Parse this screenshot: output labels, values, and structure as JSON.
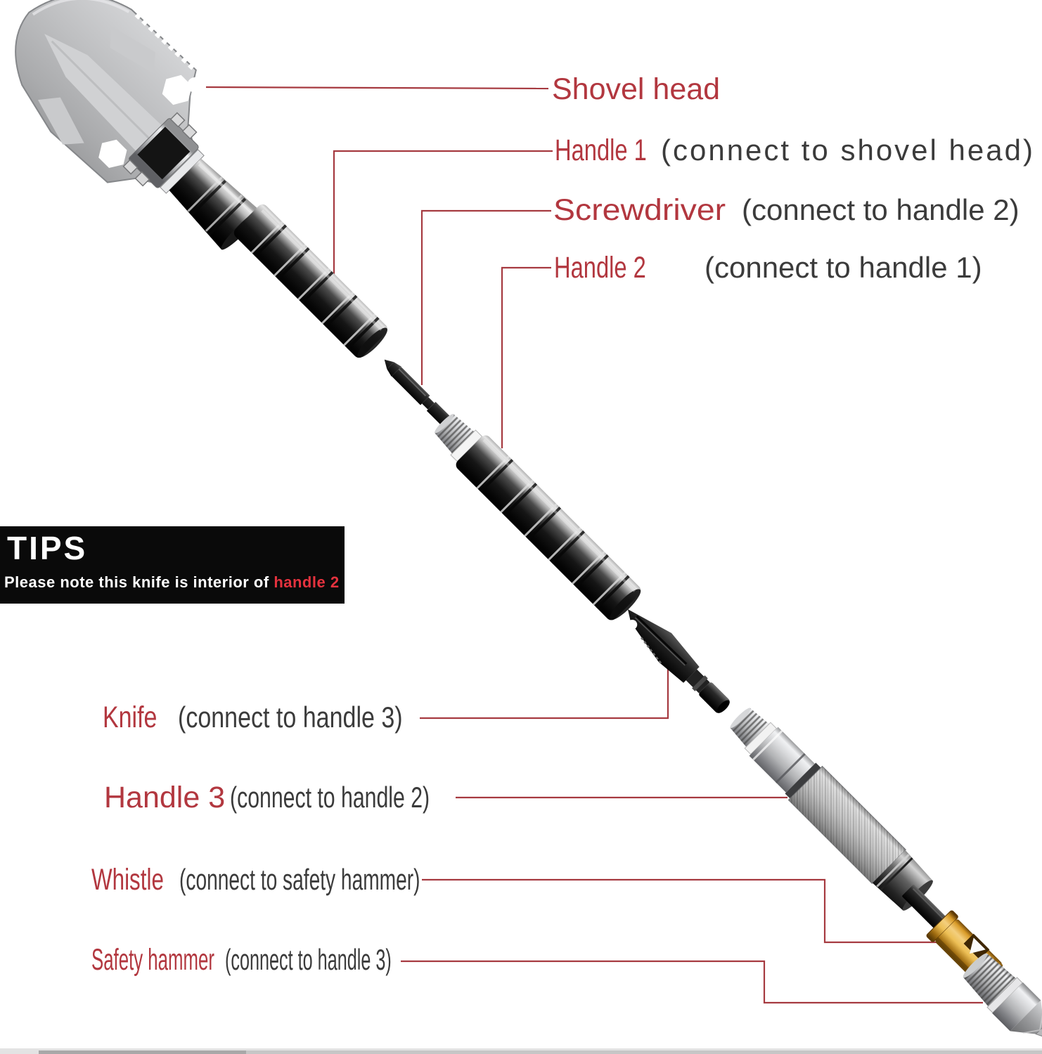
{
  "tips": {
    "title": "TIPS",
    "text": "Please note this knife is interior of ",
    "highlight": "handle 2"
  },
  "labels": [
    {
      "name": "Shovel head",
      "note": ""
    },
    {
      "name": "Handle 1",
      "note": "(connect to shovel head)"
    },
    {
      "name": "Screwdriver",
      "note": "(connect to handle 2)"
    },
    {
      "name": "Handle 2",
      "note": "(connect to handle 1)"
    },
    {
      "name": "Knife",
      "note": "(connect to handle 3)"
    },
    {
      "name": "Handle 3",
      "note": "(connect to handle 2)"
    },
    {
      "name": "Whistle",
      "note": "(connect to safety hammer)"
    },
    {
      "name": "Safety hammer",
      "note": "(connect to handle 3)"
    }
  ],
  "parts": {
    "shovel_head": "Shovel head",
    "handle_1": "Handle 1",
    "screwdriver": "Screwdriver bit",
    "handle_2": "Handle 2",
    "knife": "Knife",
    "handle_3": "Handle 3",
    "connector_rod": "Connector rod",
    "whistle": "Whistle",
    "safety_hammer": "Safety hammer"
  },
  "colors": {
    "label_red": "#b2373f",
    "note_gray": "#3b3b3b",
    "leader_red": "#a63a40",
    "tips_bg": "#0a0a0a",
    "tips_red": "#e5323e",
    "whistle_gold": "#d99b28"
  }
}
